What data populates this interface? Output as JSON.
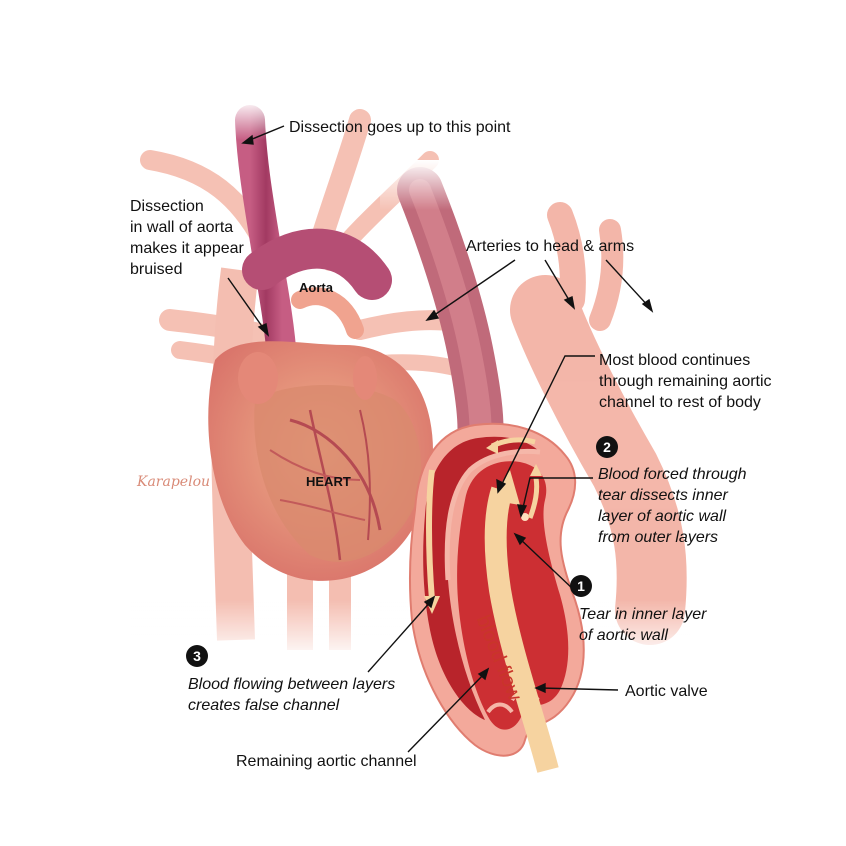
{
  "labels": {
    "dissection_top": "Dissection goes up to this point",
    "dissection_wall": "Dissection\nin wall of aorta\nmakes it appear\nbruised",
    "arteries": "Arteries to head & arms",
    "most_blood": "Most blood continues\nthrough remaining aortic\nchannel to rest of body",
    "step2_text": "Blood forced through\ntear dissects inner\nlayer of aortic wall\nfrom outer layers",
    "step1_text": "Tear in inner layer\nof aortic wall",
    "step3_text": "Blood flowing between layers\ncreates false channel",
    "aortic_valve": "Aortic valve",
    "remaining_channel": "Remaining aortic channel",
    "aorta": "Aorta",
    "heart": "HEART",
    "blood_flow": "blood flow",
    "signature": "Karapelou"
  },
  "badges": {
    "one": "1",
    "two": "2",
    "three": "3"
  },
  "colors": {
    "vessel": "#f2a294",
    "vessel_dark": "#e07d70",
    "aorta_bruised": "#b34a6e",
    "heart": "#e48a7a",
    "heart_muscle": "#c95a62",
    "channel_red": "#c8282e",
    "flow_arrow": "#f5d4a0"
  }
}
